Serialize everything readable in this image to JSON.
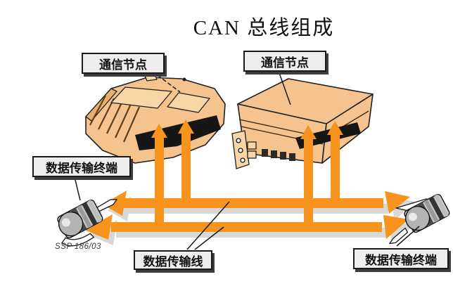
{
  "diagram": {
    "title": "CAN 总线组成",
    "caption": "SSP 186/03",
    "labels": {
      "comm_node_left": "通信节点",
      "comm_node_right": "通信节点",
      "data_terminal_left": "数据传输终端",
      "data_terminal_right": "数据传输终端",
      "data_line": "数据传输线"
    },
    "colors": {
      "bus": "#F7941D",
      "bus_shadow": "#D8D8D8",
      "device_fill": "#F5C48E",
      "label_fill": "#EDEDED",
      "outline": "#1A1A1A"
    }
  }
}
